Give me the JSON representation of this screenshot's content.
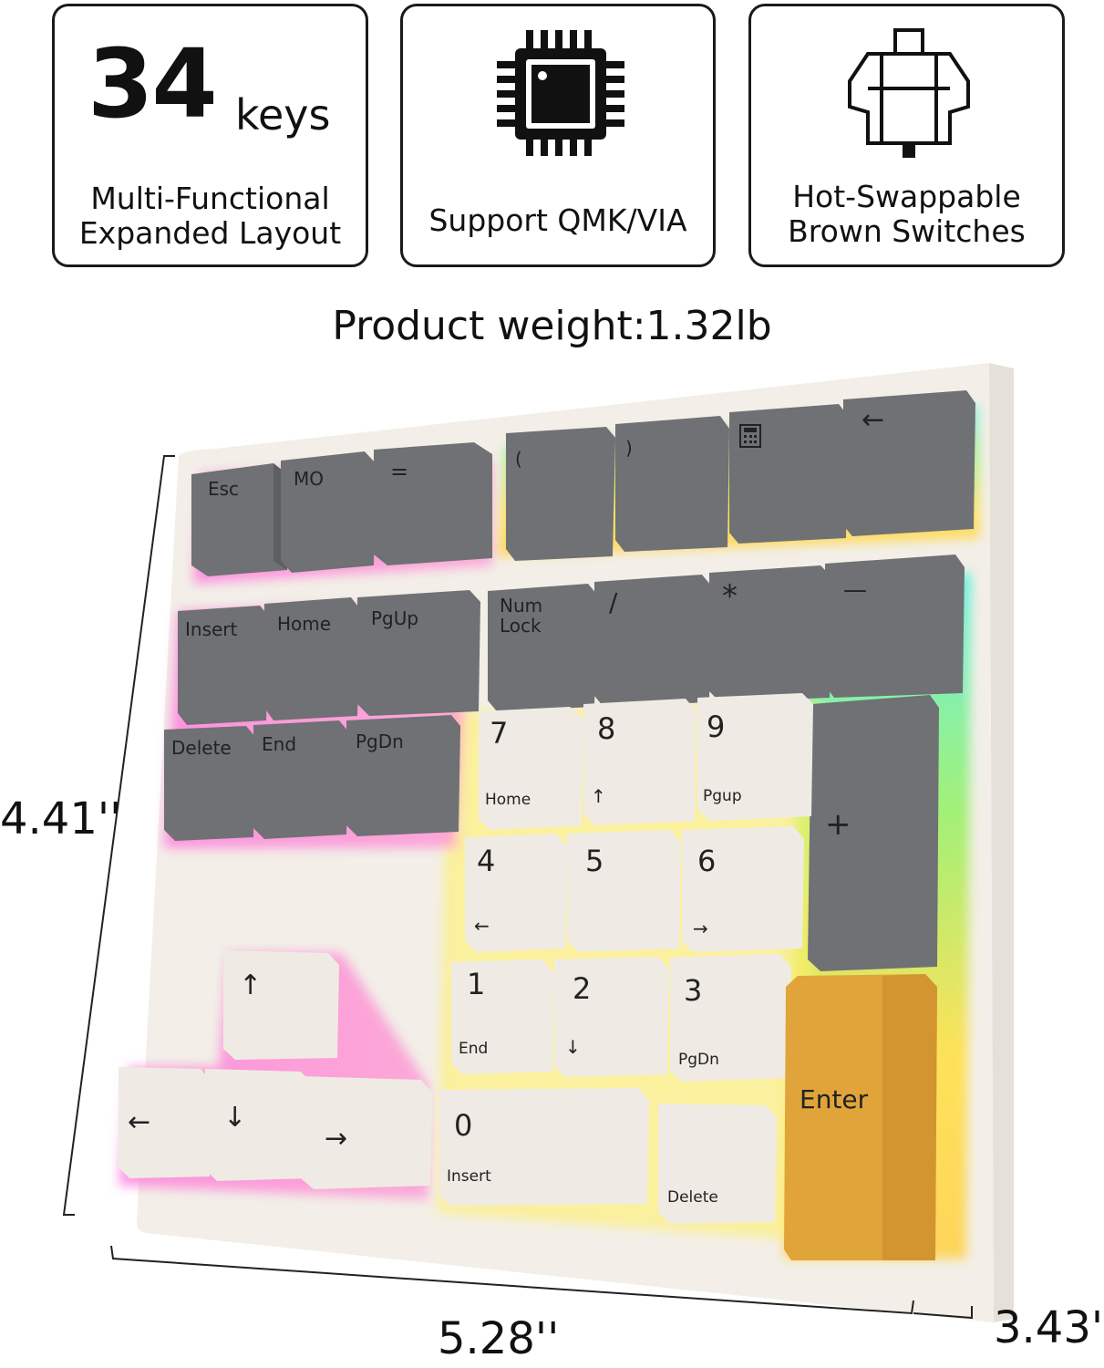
{
  "features": [
    {
      "number": "34",
      "unit": "keys",
      "line1": "Multi-Functional",
      "line2": "Expanded Layout",
      "icon": "keys-count"
    },
    {
      "line1": "Support QMK/VIA",
      "icon": "chip-icon"
    },
    {
      "line1": "Hot-Swappable",
      "line2": "Brown Switches",
      "icon": "switch-icon"
    }
  ],
  "weight": "Product weight:1.32lb",
  "dimensions": {
    "height": "4.41''",
    "width": "5.28''",
    "depth": "3.43''"
  },
  "keys": {
    "esc": "Esc",
    "mo": "MO",
    "eq": "=",
    "lparen": "(",
    "rparen": ")",
    "backspace": "←",
    "insert": "Insert",
    "home": "Home",
    "pgup": "PgUp",
    "numlock_1": "Num",
    "numlock_2": "Lock",
    "slash": "/",
    "star": "*",
    "minus": "—",
    "delete": "Delete",
    "end": "End",
    "pgdn": "PgDn",
    "n7": "7",
    "n7_sub": "Home",
    "n8": "8",
    "n8_sub": "↑",
    "n9": "9",
    "n9_sub": "Pgup",
    "plus": "+",
    "n4": "4",
    "n4_sub": "←",
    "n5": "5",
    "n6": "6",
    "n6_sub": "→",
    "n1": "1",
    "n1_sub": "End",
    "n2": "2",
    "n2_sub": "↓",
    "n3": "3",
    "n3_sub": "PgDn",
    "enter": "Enter",
    "n0": "0",
    "n0_sub": "Insert",
    "dot_sub": "Delete",
    "up": "↑",
    "left": "←",
    "down": "↓",
    "right": "→"
  },
  "colors": {
    "gray_key": "#6f7174",
    "cream_key": "#efebe4",
    "enter_key": "#e0a43a",
    "case": "#f1ede6"
  }
}
